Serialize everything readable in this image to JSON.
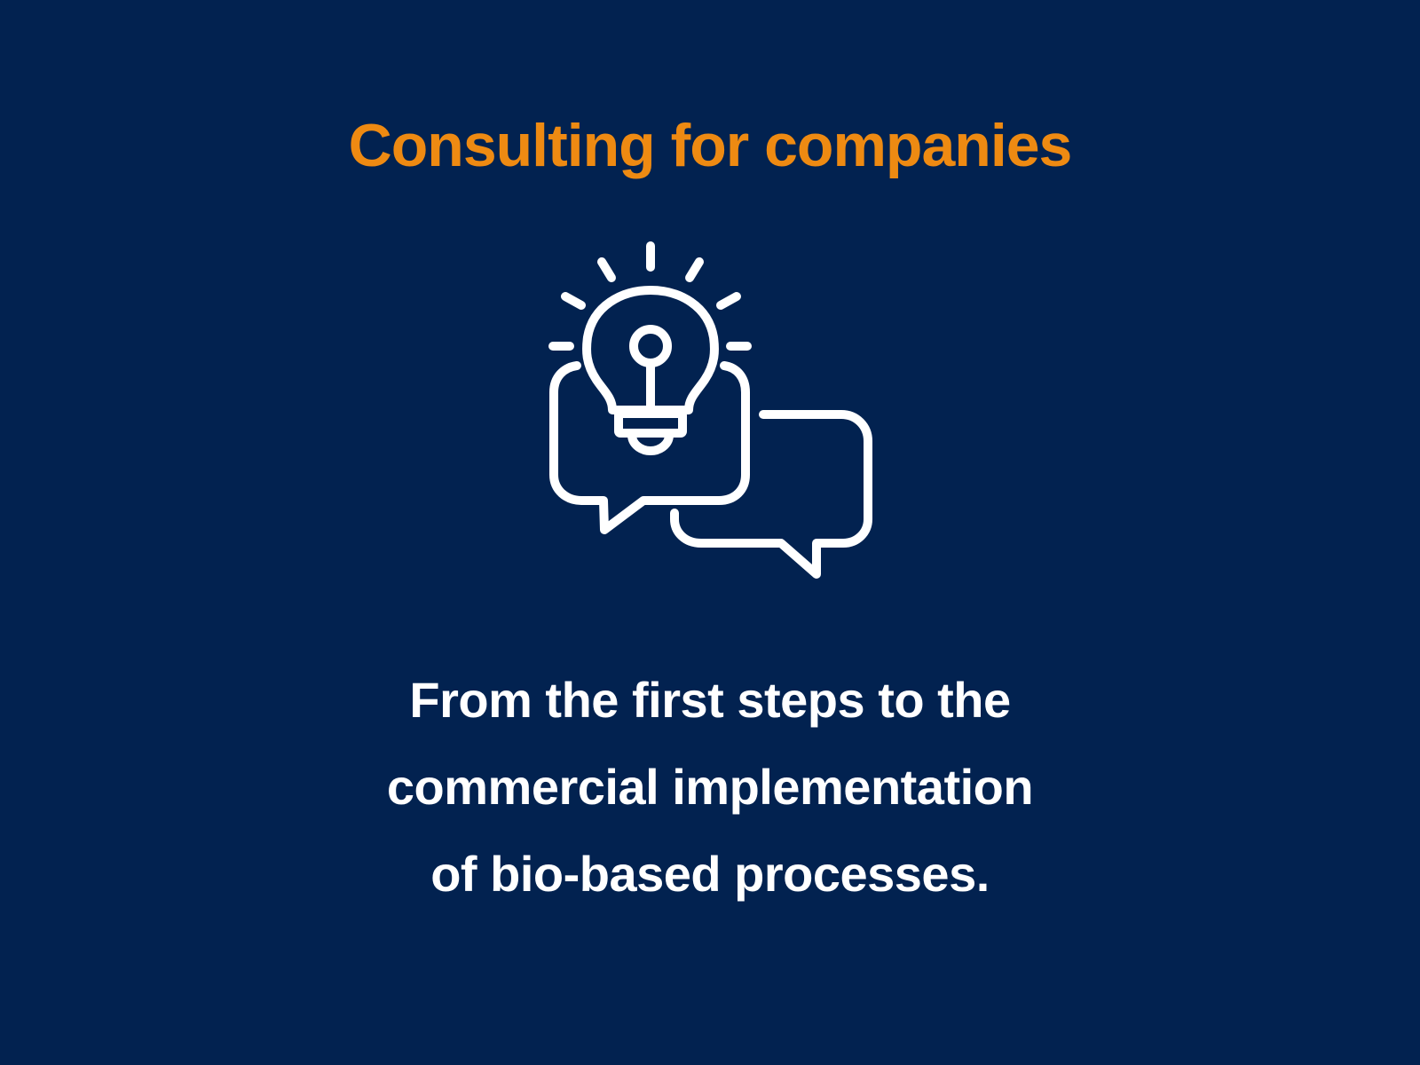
{
  "slide": {
    "title": "Consulting for companies",
    "icon": "lightbulb-speech-bubbles-icon",
    "body_lines": [
      "From the first steps to the",
      "commercial implementation",
      "of bio-based processes."
    ],
    "colors": {
      "background": "#022250",
      "title": "#EE8A12",
      "text": "#FFFFFF"
    }
  }
}
